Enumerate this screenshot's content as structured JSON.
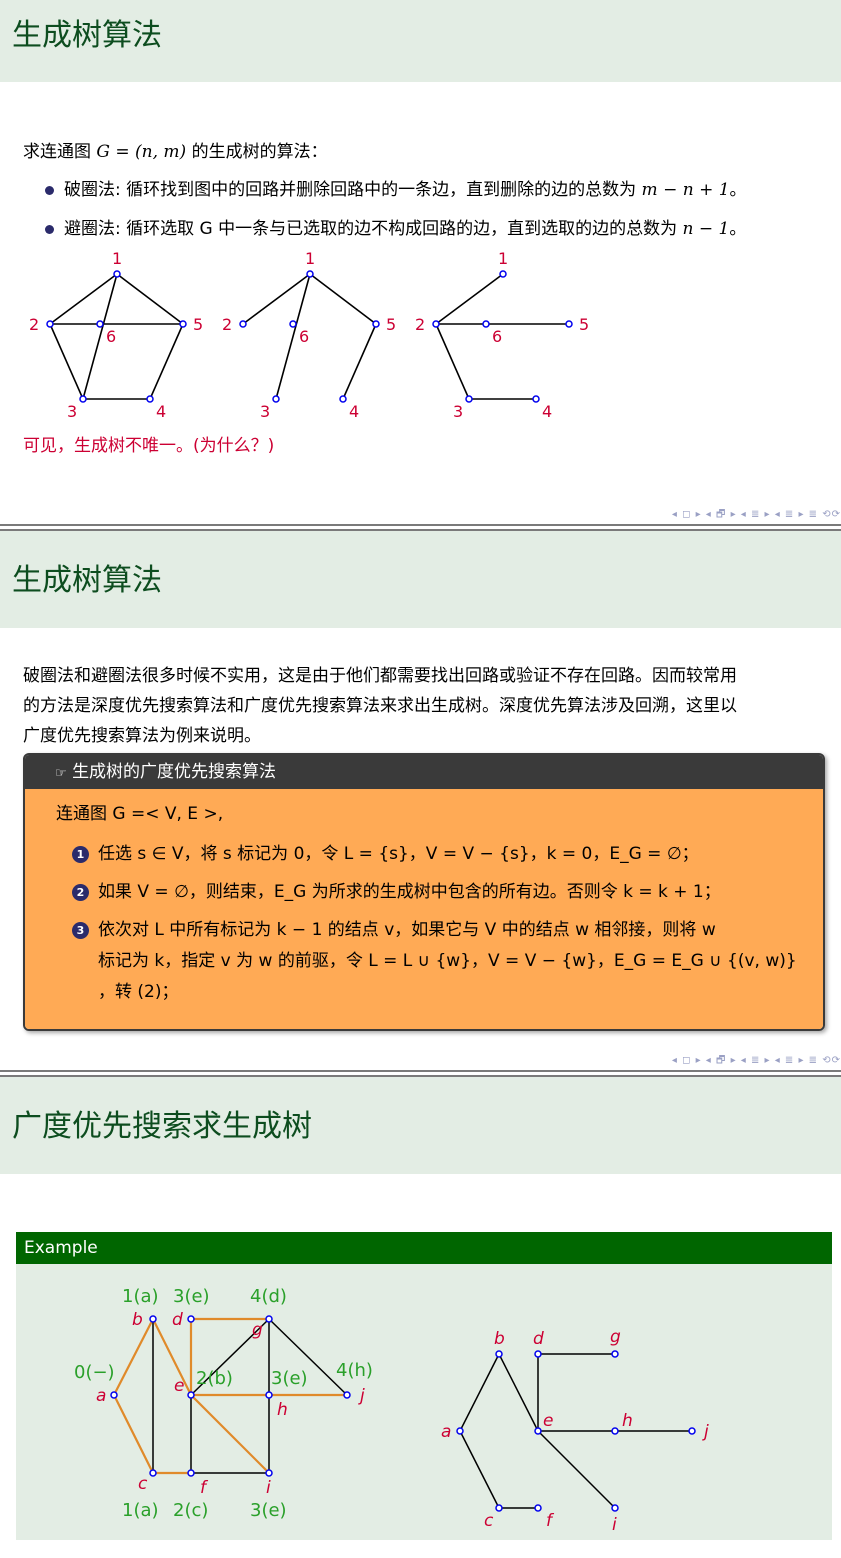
{
  "slide1": {
    "title": "生成树算法",
    "intro_prefix": "求连通图 ",
    "intro_math": "G = (n, m)",
    "intro_suffix": " 的生成树的算法：",
    "bullets": [
      {
        "text": "破圈法: 循环找到图中的回路并删除回路中的一条边，直到删除的边的总数为 ",
        "math": "m − n + 1",
        "end": "。"
      },
      {
        "text": "避圈法: 循环选取 G 中一条与已选取的边不构成回路的边，直到选取的边的总数为 ",
        "math": "n − 1",
        "end": "。"
      }
    ],
    "conclusion": "可见，生成树不唯一。(为什么？)",
    "graph_labels": [
      "1",
      "2",
      "3",
      "4",
      "5",
      "6"
    ]
  },
  "slide2": {
    "title": "生成树算法",
    "paragraph": [
      "破圈法和避圈法很多时候不实用，这是由于他们都需要找出回路或验证不存在回路。因而较常用",
      "的方法是深度优先搜索算法和广度优先搜索算法来求出生成树。深度优先算法涉及回溯，这里以",
      "广度优先搜索算法为例来说明。"
    ],
    "block_icon": "☞",
    "block_title": "生成树的广度优先搜索算法",
    "block_intro": "连通图 G =< V, E >,",
    "steps": [
      {
        "num": "1",
        "lines": [
          "任选 s ∈ V，将 s 标记为 0，令 L = {s}，V = V − {s}，k = 0，E_G = ∅；"
        ]
      },
      {
        "num": "2",
        "lines": [
          "如果 V = ∅，则结束，E_G 为所求的生成树中包含的所有边。否则令 k = k + 1；"
        ]
      },
      {
        "num": "3",
        "lines": [
          "依次对 L 中所有标记为 k − 1 的结点 v，如果它与 V 中的结点 w 相邻接，则将 w",
          "标记为 k，指定 v 为 w 的前驱，令 L = L ∪ {w}，V = V − {w}，E_G = E_G ∪ {(v, w)}",
          "，转 (2)；"
        ]
      }
    ]
  },
  "slide3": {
    "title": "广度优先搜索求生成树",
    "example_label": "Example",
    "left_graph": {
      "node_labels": [
        "a",
        "b",
        "c",
        "d",
        "e",
        "f",
        "g",
        "h",
        "i",
        "j"
      ],
      "marks": [
        "0(−)",
        "1(a)",
        "3(e)",
        "4(d)",
        "2(b)",
        "3(e)",
        "4(h)",
        "1(a)",
        "2(c)",
        "3(e)"
      ]
    },
    "right_graph": {
      "node_labels": [
        "a",
        "b",
        "c",
        "d",
        "e",
        "f",
        "g",
        "h",
        "i",
        "j"
      ]
    }
  },
  "nav_symbols": "◂ ◻ ▸ ◂ 🗗 ▸ ◂ ≣ ▸ ◂ ≣ ▸ ≣ ⟲⟳",
  "colors": {
    "title_bar": "#e3ede4",
    "title_text": "#0d4d1f",
    "red": "#cc0033",
    "green": "#2aa02a",
    "orange_block": "#ffaa55",
    "example_head": "#006600",
    "node_blue": "#0000ee",
    "orange_edge": "#e08a2a"
  }
}
